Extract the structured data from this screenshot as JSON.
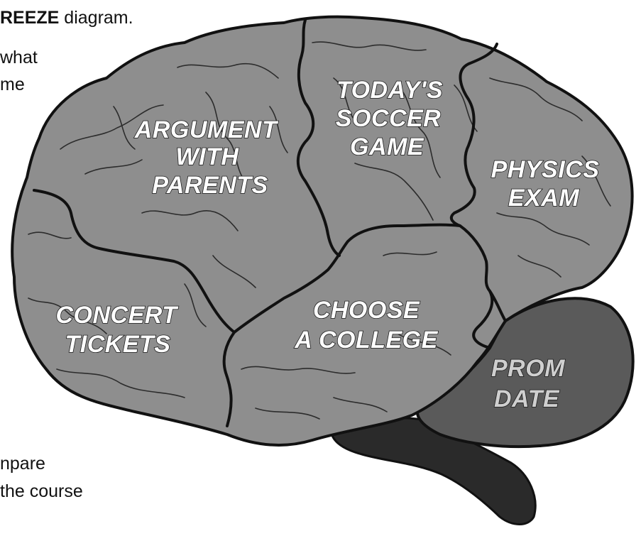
{
  "page_text": {
    "top_bold": "REEZE",
    "top_rest": " diagram.",
    "line_what": "what",
    "line_me": "me",
    "line_npare": "npare",
    "line_course": "the course"
  },
  "brain_regions": [
    {
      "id": "argument",
      "lines": [
        "ARGUMENT",
        "WITH",
        "PARENTS"
      ]
    },
    {
      "id": "soccer",
      "lines": [
        "TODAY'S",
        "SOCCER",
        "GAME"
      ]
    },
    {
      "id": "physics",
      "lines": [
        "PHYSICS",
        "EXAM"
      ]
    },
    {
      "id": "concert",
      "lines": [
        "CONCERT",
        "TICKETS"
      ]
    },
    {
      "id": "college",
      "lines": [
        "CHOOSE",
        "A COLLEGE"
      ]
    },
    {
      "id": "prom",
      "lines": [
        "PROM",
        "DATE"
      ]
    }
  ],
  "colors": {
    "lobe_fill": "#8e8e8e",
    "cerebellum_fill": "#5a5a5a",
    "brainstem_fill": "#2a2a2a",
    "outline": "#111111"
  }
}
